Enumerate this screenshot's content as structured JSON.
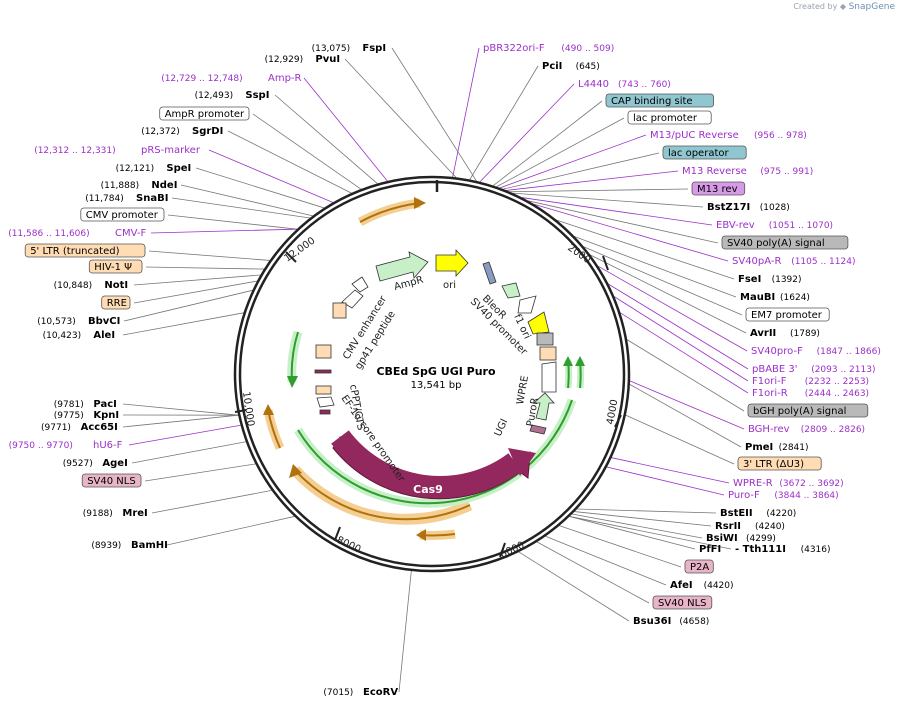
{
  "credit": {
    "prefix": "Created by",
    "brand": "SnapGene"
  },
  "plasmid": {
    "name": "CBEd SpG UGI Puro",
    "size": "13,541 bp"
  },
  "colors": {
    "enzyme": "#000000",
    "primer": "#9b30c8",
    "leader": "#777777",
    "cas9": "#93285e",
    "resistance_green": "#c8f0c8",
    "ori_yellow": "#ffff00",
    "ltr_peach": "#ffdcb4",
    "feature_gray": "#b9b9b9",
    "feature_blue": "#8fc6cf"
  },
  "ruler": [
    "2000",
    "4000",
    "6000",
    "8000",
    "10,000",
    "12,000"
  ],
  "labels": [
    {
      "type": "enzyme",
      "pos": "(13,075)",
      "name": "FspI"
    },
    {
      "type": "enzyme",
      "pos": "(12,929)",
      "name": "PvuI"
    },
    {
      "type": "primer",
      "pos": "(12,729 .. 12,748)",
      "name": "Amp-R"
    },
    {
      "type": "enzyme",
      "pos": "(12,493)",
      "name": "SspI"
    },
    {
      "type": "feature",
      "style": "white",
      "name": "AmpR promoter"
    },
    {
      "type": "enzyme",
      "pos": "(12,372)",
      "name": "SgrDI"
    },
    {
      "type": "primer",
      "pos": "(12,312 .. 12,331)",
      "name": "pRS-marker"
    },
    {
      "type": "enzyme",
      "pos": "(12,121)",
      "name": "SpeI"
    },
    {
      "type": "enzyme",
      "pos": "(11,888)",
      "name": "NdeI"
    },
    {
      "type": "enzyme",
      "pos": "(11,784)",
      "name": "SnaBI"
    },
    {
      "type": "feature",
      "style": "white",
      "name": "CMV promoter"
    },
    {
      "type": "primer",
      "pos": "(11,586 .. 11,606)",
      "name": "CMV-F"
    },
    {
      "type": "feature",
      "style": "peach",
      "name": "5' LTR (truncated)"
    },
    {
      "type": "feature",
      "style": "peach",
      "name": "HIV-1 Ψ"
    },
    {
      "type": "enzyme",
      "pos": "(10,848)",
      "name": "NotI"
    },
    {
      "type": "feature",
      "style": "peach",
      "name": "RRE"
    },
    {
      "type": "enzyme",
      "pos": "(10,573)",
      "name": "BbvCI"
    },
    {
      "type": "enzyme",
      "pos": "(10,423)",
      "name": "AleI"
    },
    {
      "type": "enzyme",
      "pos": "(9781)",
      "name": "PacI"
    },
    {
      "type": "enzyme",
      "pos": "(9775)",
      "name": "KpnI"
    },
    {
      "type": "enzyme",
      "pos": "(9771)",
      "name": "Acc65I"
    },
    {
      "type": "primer",
      "pos": "(9750 .. 9770)",
      "name": "hU6-F"
    },
    {
      "type": "enzyme",
      "pos": "(9527)",
      "name": "AgeI"
    },
    {
      "type": "feature",
      "style": "pink",
      "name": "SV40 NLS"
    },
    {
      "type": "enzyme",
      "pos": "(9188)",
      "name": "MreI"
    },
    {
      "type": "enzyme",
      "pos": "(8939)",
      "name": "BamHI"
    },
    {
      "type": "enzyme",
      "pos": "(7015)",
      "name": "EcoRV"
    },
    {
      "type": "primer",
      "name": "pBR322ori-F",
      "pos": "(490 .. 509)"
    },
    {
      "type": "enzyme",
      "name": "PciI",
      "pos": "(645)"
    },
    {
      "type": "primer",
      "name": "L4440",
      "pos": "(743 .. 760)"
    },
    {
      "type": "feature",
      "style": "blue",
      "name": "CAP binding site"
    },
    {
      "type": "feature",
      "style": "white",
      "name": "lac promoter"
    },
    {
      "type": "primer",
      "name": "M13/pUC Reverse",
      "pos": "(956 .. 978)"
    },
    {
      "type": "feature",
      "style": "blue",
      "name": "lac operator"
    },
    {
      "type": "primer",
      "name": "M13 Reverse",
      "pos": "(975 .. 991)"
    },
    {
      "type": "feature",
      "style": "purple",
      "name": "M13 rev"
    },
    {
      "type": "enzyme",
      "name": "BstZ17I",
      "pos": "(1028)"
    },
    {
      "type": "primer",
      "name": "EBV-rev",
      "pos": "(1051 .. 1070)"
    },
    {
      "type": "feature",
      "style": "gray",
      "name": "SV40 poly(A) signal"
    },
    {
      "type": "primer",
      "name": "SV40pA-R",
      "pos": "(1105 .. 1124)"
    },
    {
      "type": "enzyme",
      "name": "FseI",
      "pos": "(1392)"
    },
    {
      "type": "enzyme",
      "name": "MauBI",
      "pos": "(1624)"
    },
    {
      "type": "feature",
      "style": "white",
      "name": "EM7 promoter"
    },
    {
      "type": "enzyme",
      "name": "AvrII",
      "pos": "(1789)"
    },
    {
      "type": "primer",
      "name": "SV40pro-F",
      "pos": "(1847 .. 1866)"
    },
    {
      "type": "primer",
      "name": "pBABE 3'",
      "pos": "(2093 .. 2113)"
    },
    {
      "type": "primer",
      "name": "F1ori-F",
      "pos": "(2232 .. 2253)"
    },
    {
      "type": "primer",
      "name": "F1ori-R",
      "pos": "(2444 .. 2463)"
    },
    {
      "type": "feature",
      "style": "gray",
      "name": "bGH poly(A) signal"
    },
    {
      "type": "primer",
      "name": "BGH-rev",
      "pos": "(2809 .. 2826)"
    },
    {
      "type": "enzyme",
      "name": "PmeI",
      "pos": "(2841)"
    },
    {
      "type": "feature",
      "style": "peach",
      "name": "3' LTR (ΔU3)"
    },
    {
      "type": "primer",
      "name": "WPRE-R",
      "pos": "(3672 .. 3692)"
    },
    {
      "type": "primer",
      "name": "Puro-F",
      "pos": "(3844 .. 3864)"
    },
    {
      "type": "enzyme",
      "name": "BstEII",
      "pos": "(4220)"
    },
    {
      "type": "enzyme",
      "name": "RsrII",
      "pos": "(4240)"
    },
    {
      "type": "enzyme",
      "name": "BsiWI",
      "pos": "(4299)"
    },
    {
      "type": "enzyme",
      "name": "PfFI",
      "pos": ""
    },
    {
      "type": "enzyme",
      "name": "- Tth111I",
      "pos": "(4316)"
    },
    {
      "type": "feature",
      "style": "pink",
      "name": "P2A"
    },
    {
      "type": "enzyme",
      "name": "AfeI",
      "pos": "(4420)"
    },
    {
      "type": "feature",
      "style": "pink",
      "name": "SV40 NLS"
    },
    {
      "type": "enzyme",
      "name": "Bsu36I",
      "pos": "(4658)"
    }
  ],
  "inner_labels": [
    "ori",
    "AmpR",
    "CMV enhancer",
    "gp41 peptide",
    "BleoR",
    "SV40 promoter",
    "f1 ori",
    "cPPT/CTS",
    "EF-1α core promoter",
    "WPRE",
    "PuroR",
    "UGI",
    "Cas9"
  ]
}
